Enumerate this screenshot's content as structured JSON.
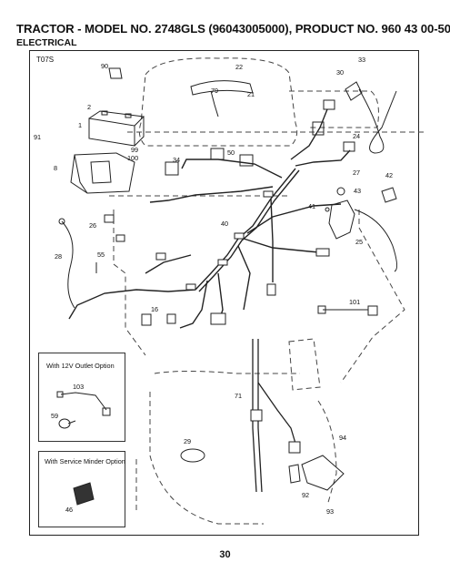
{
  "header": {
    "title": "TRACTOR - MODEL NO. 2748GLS (96043005000), PRODUCT NO. 960 43 00-50",
    "subtitle": "ELECTRICAL"
  },
  "diagram": {
    "code": "T07S",
    "callouts": [
      "90",
      "22",
      "79",
      "21",
      "33",
      "30",
      "2",
      "1",
      "91",
      "99",
      "100",
      "8",
      "24",
      "50",
      "34",
      "27",
      "42",
      "43",
      "41",
      "26",
      "40",
      "25",
      "28",
      "55",
      "101",
      "16",
      "71",
      "29",
      "94",
      "92",
      "93",
      "103",
      "59",
      "46"
    ],
    "option_boxes": [
      {
        "label": "With 12V Outlet Option"
      },
      {
        "label": "With Service Minder Option"
      }
    ]
  },
  "footer": {
    "page_number": "30"
  }
}
